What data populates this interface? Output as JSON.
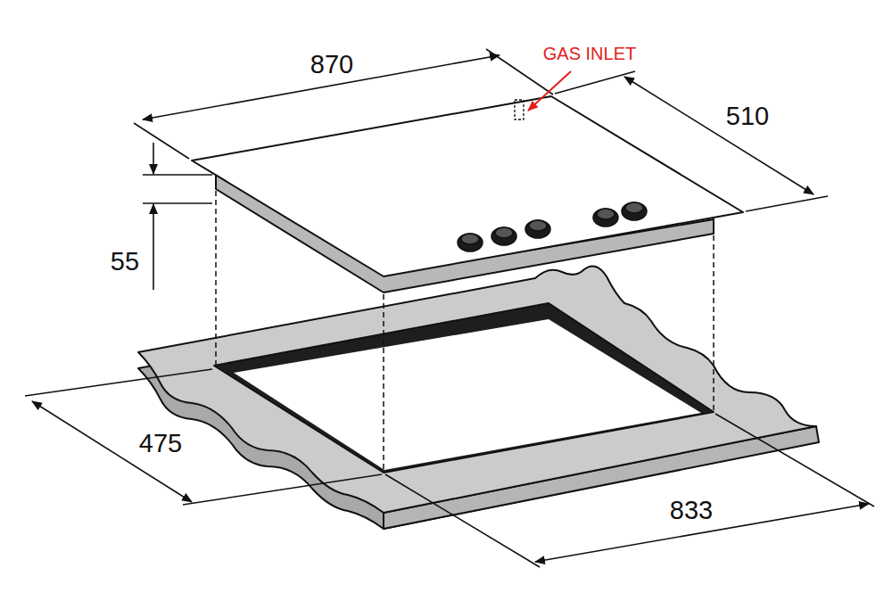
{
  "diagram": {
    "labels": [
      "870",
      "510",
      "55",
      "475",
      "833",
      "GAS INLET"
    ]
  }
}
